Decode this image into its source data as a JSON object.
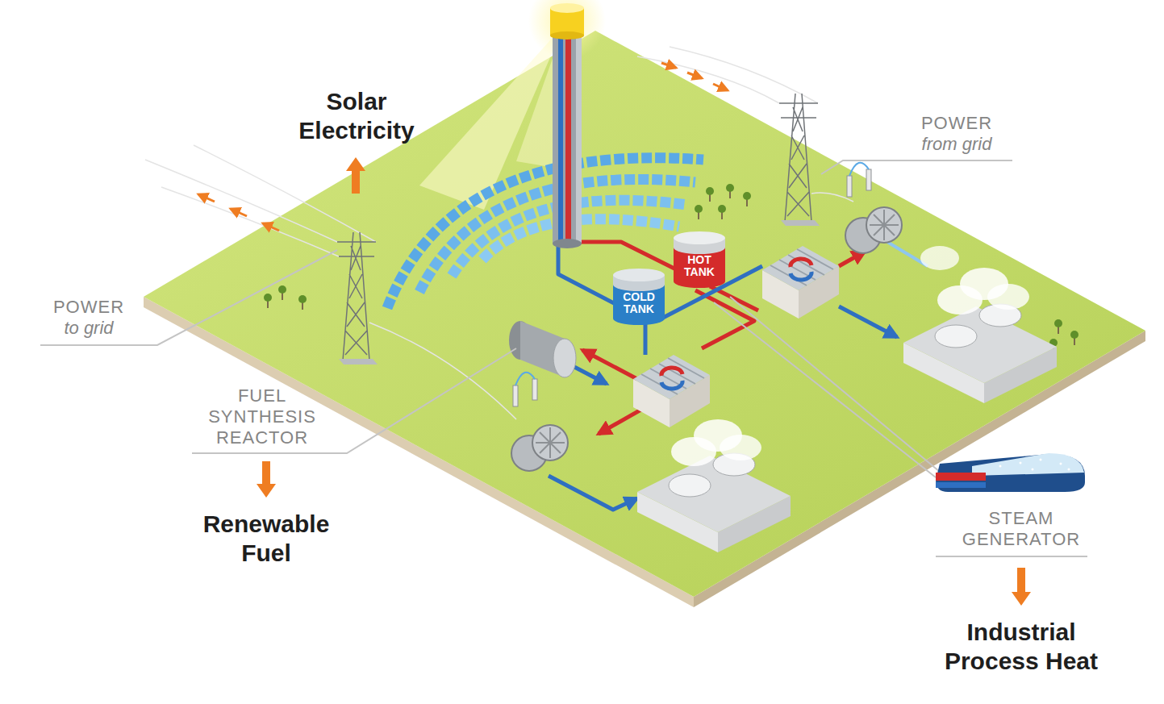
{
  "diagram": {
    "nodes": [
      {
        "text": [
          "COLD TANK"
        ]
      },
      {
        "text": [
          "HOT TANK"
        ]
      }
    ],
    "labels": [
      "Solar Electricity",
      "POWER",
      "to grid",
      "POWER",
      "from grid",
      "FUEL SYNTHESIS REACTOR",
      "Renewable Fuel",
      "STEAM GENERATOR",
      "Industrial Process Heat"
    ]
  }
}
